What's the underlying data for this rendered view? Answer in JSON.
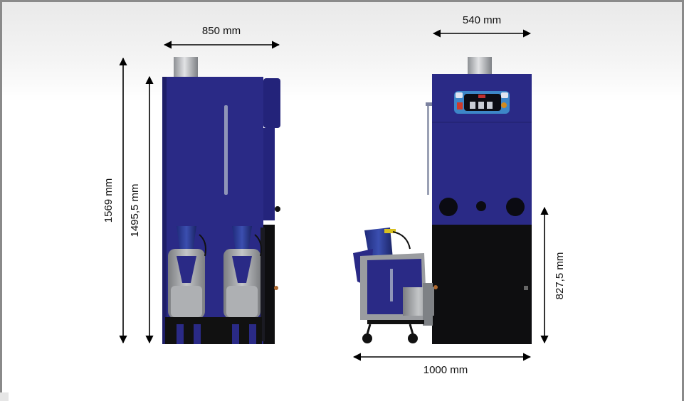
{
  "dimensions": {
    "side_width": "850 mm",
    "total_height": "1569 mm",
    "body_height": "1495,5 mm",
    "front_width": "540 mm",
    "lower_height": "827,5 mm",
    "total_depth": "1000 mm"
  },
  "colors": {
    "boiler_blue": "#2a2a86",
    "boiler_dark": "#15154a",
    "black_panel": "#0e0e10",
    "grey_metal": "#9a9ca0",
    "chimney": "#b5b7ba",
    "control_panel": "#3d86c8"
  }
}
